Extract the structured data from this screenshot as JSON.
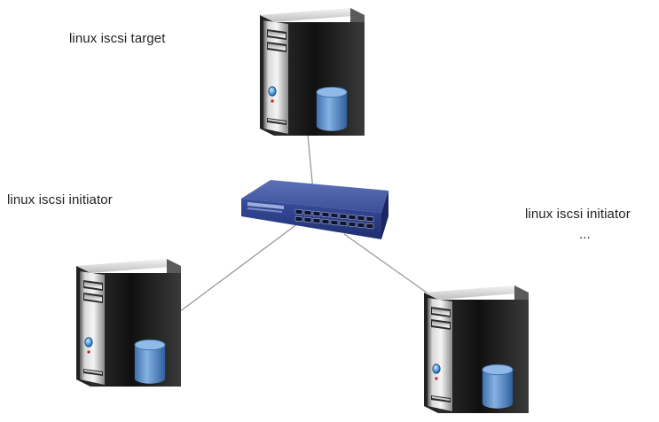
{
  "labels": {
    "target": "linux iscsi target",
    "initiator_left": "linux iscsi initiator",
    "initiator_right": "linux iscsi initiator",
    "ellipsis": "..."
  },
  "colors": {
    "background": "#ffffff",
    "server_body": "#1a1a1a",
    "server_face": "#f2f2f2",
    "disk": "#5b8fc9",
    "switch_body": "#2c3f8a",
    "link": "#999999",
    "text": "#222222"
  },
  "nodes": [
    {
      "id": "target-server",
      "icon": "server-icon",
      "role": "iSCSI target"
    },
    {
      "id": "switch",
      "icon": "network-switch-icon",
      "role": "Ethernet switch"
    },
    {
      "id": "initiator-left-server",
      "icon": "server-icon",
      "role": "iSCSI initiator"
    },
    {
      "id": "initiator-right-server",
      "icon": "server-icon",
      "role": "iSCSI initiator"
    }
  ],
  "edges": [
    {
      "from": "target-server",
      "to": "switch"
    },
    {
      "from": "switch",
      "to": "initiator-left-server"
    },
    {
      "from": "switch",
      "to": "initiator-right-server"
    }
  ]
}
